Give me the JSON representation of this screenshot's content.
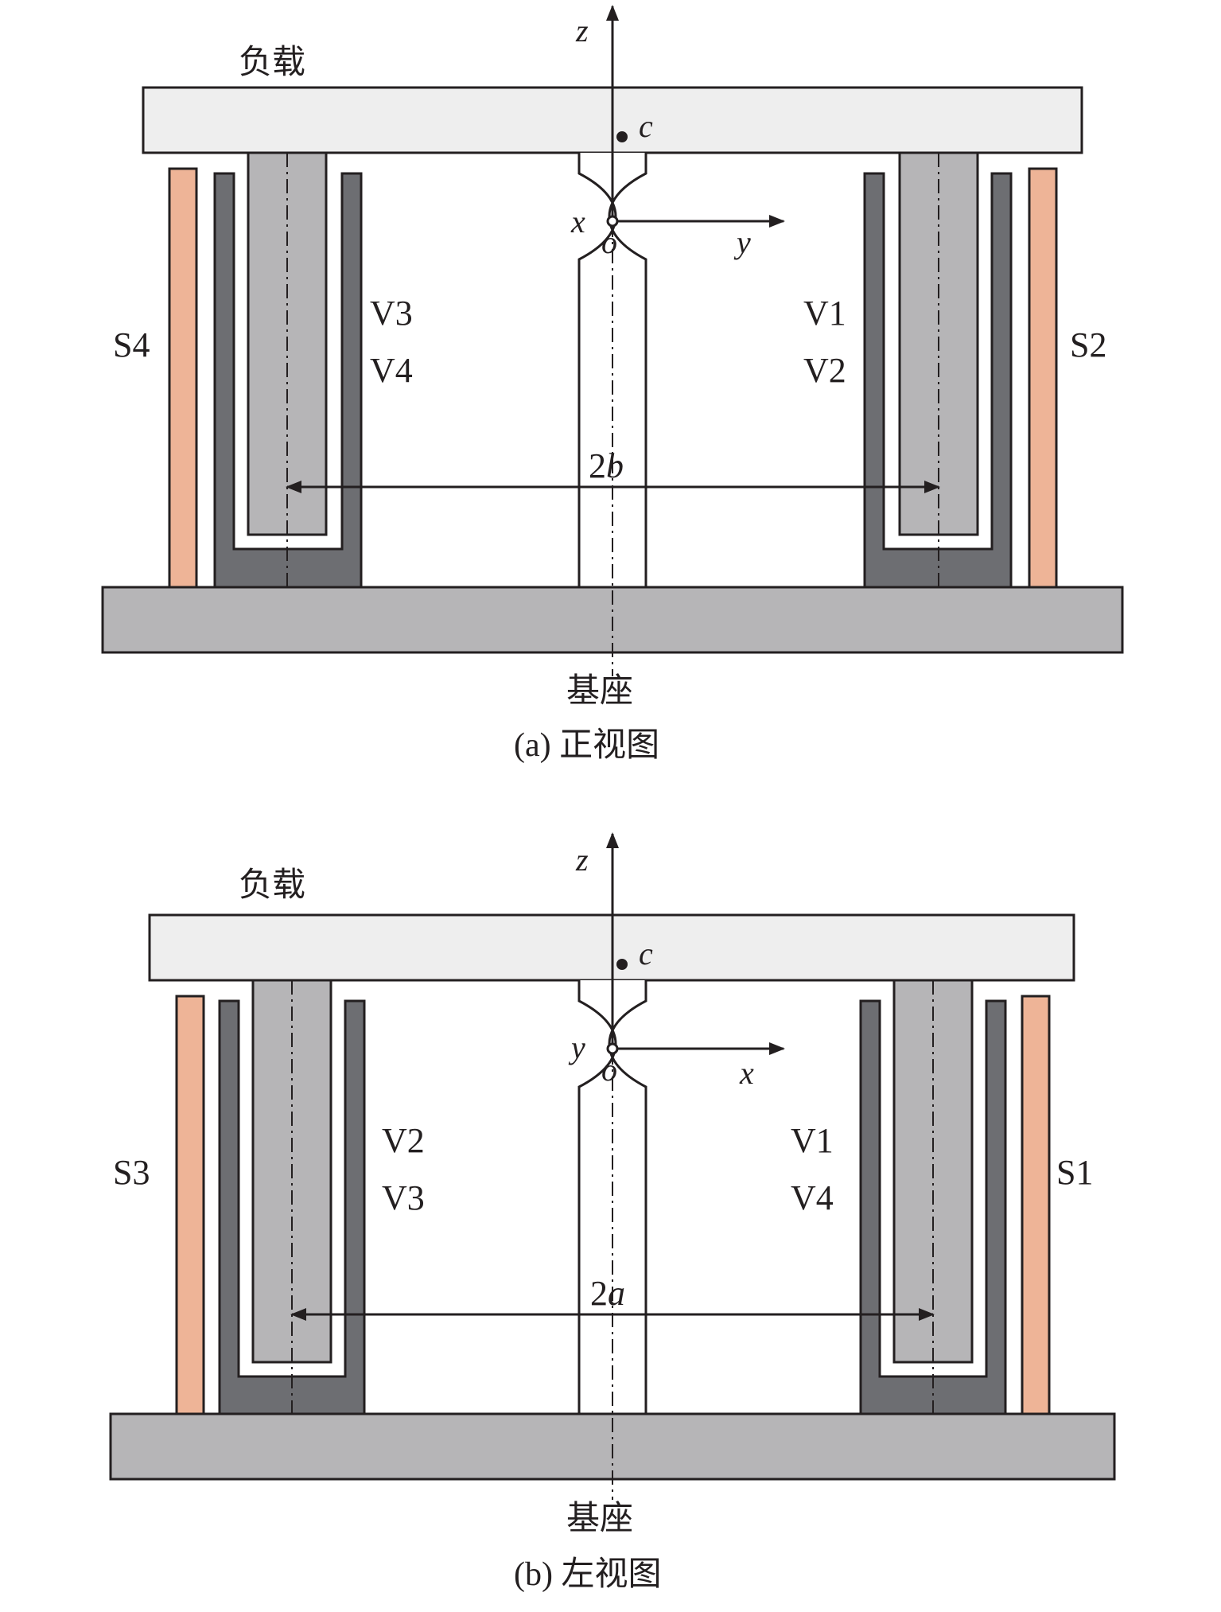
{
  "colors": {
    "load_fill": "#eeeeee",
    "base_fill": "#b6b5b7",
    "actuator_fill": "#6d6e72",
    "rod_fill": "#b6b5b7",
    "sensor_fill": "#eeb497",
    "stroke": "#231f20"
  },
  "front_view": {
    "load_label": "负载",
    "base_label": "基座",
    "caption_prefix": "(a)",
    "caption_text": "正视图",
    "axis_vertical": "z",
    "axis_horizontal": "y",
    "axis_depth": "x",
    "origin_label": "o",
    "center_label": "c",
    "left_sensor": "S4",
    "right_sensor": "S2",
    "left_actuators": [
      "V3",
      "V4"
    ],
    "right_actuators": [
      "V1",
      "V2"
    ],
    "span_label_num": "2",
    "span_label_var": "b"
  },
  "side_view": {
    "load_label": "负载",
    "base_label": "基座",
    "caption_prefix": "(b)",
    "caption_text": "左视图",
    "axis_vertical": "z",
    "axis_horizontal": "x",
    "axis_depth": "y",
    "origin_label": "o",
    "center_label": "c",
    "left_sensor": "S3",
    "right_sensor": "S1",
    "left_actuators": [
      "V2",
      "V3"
    ],
    "right_actuators": [
      "V1",
      "V4"
    ],
    "span_label_num": "2",
    "span_label_var": "a"
  }
}
